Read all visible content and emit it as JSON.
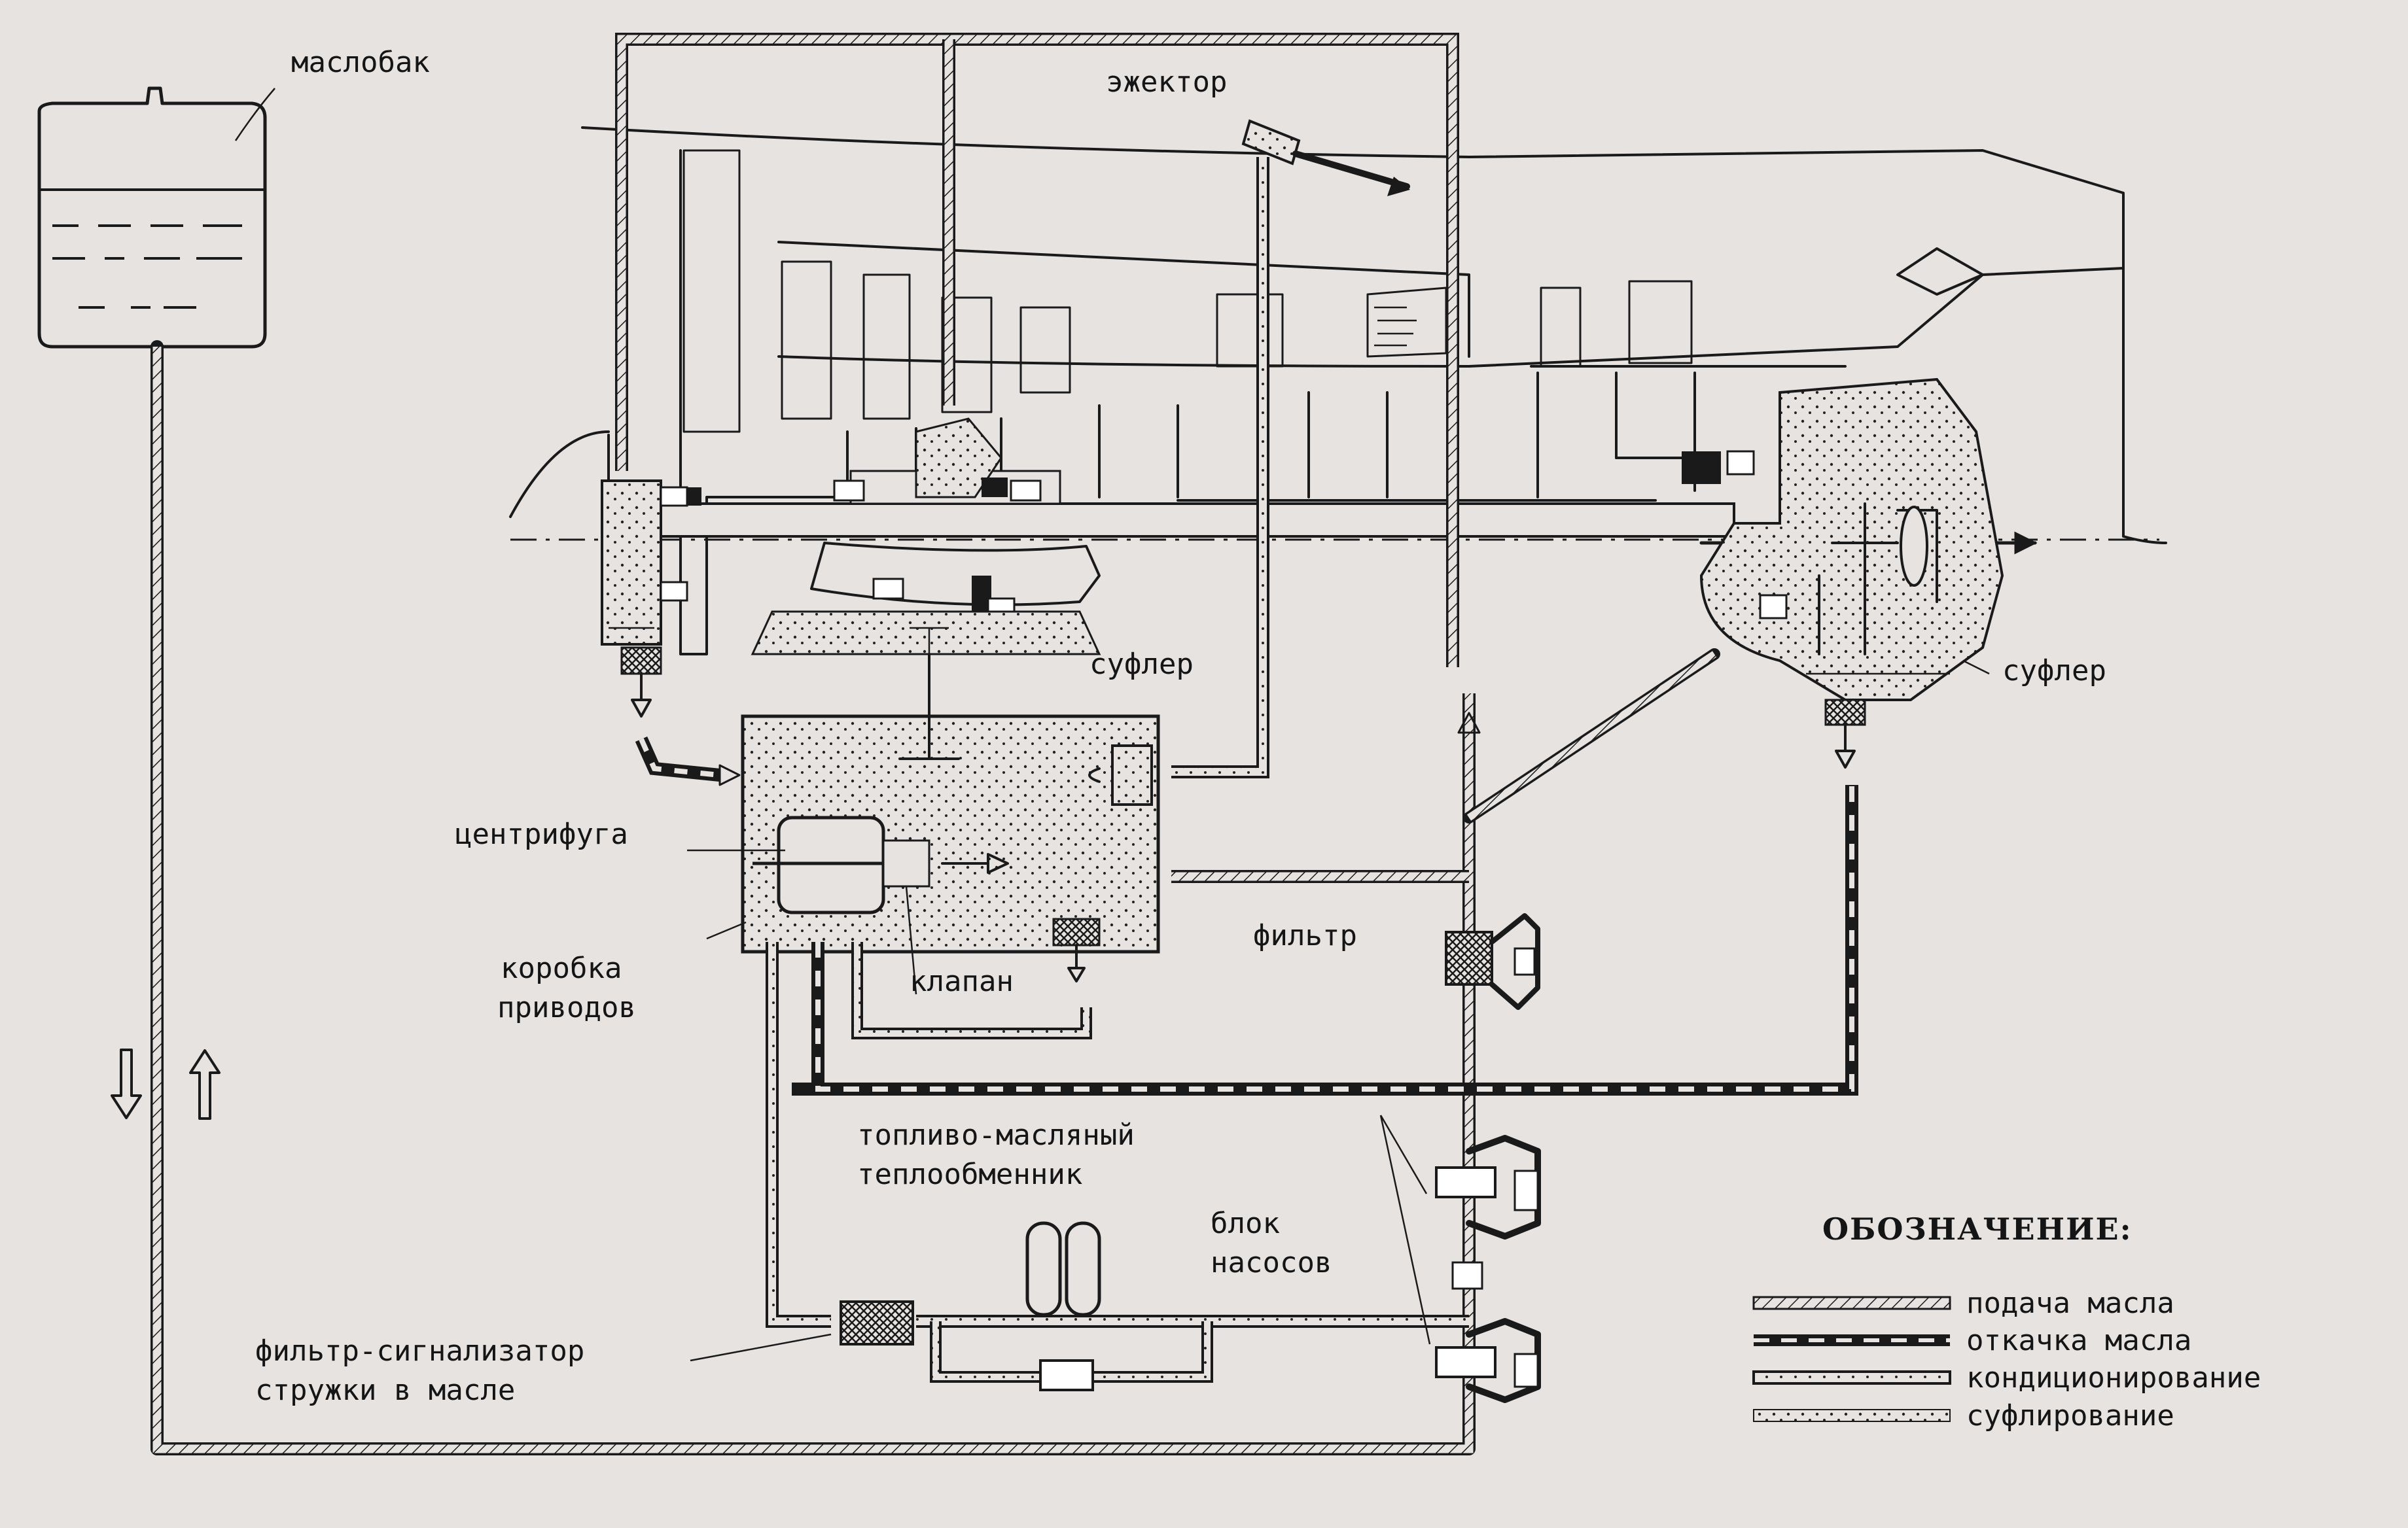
{
  "labels": {
    "oil_tank": "маслобак",
    "ejector": "эжектор",
    "breather_top": "суфлер",
    "breather_right": "суфлер",
    "centrifuge": "центрифуга",
    "gearbox_line1": "коробка",
    "gearbox_line2": "приводов",
    "valve": "клапан",
    "filter": "фильтр",
    "heat_exchanger_line1": "топливо-масляный",
    "heat_exchanger_line2": "теплообменник",
    "pump_block_line1": "блок",
    "pump_block_line2": "насосов",
    "chip_filter_line1": "фильтр-сигнализатор",
    "chip_filter_line2": "стружки в масле"
  },
  "legend": {
    "title": "ОБОЗНАЧЕНИЕ:",
    "items": [
      {
        "label": "подача масла",
        "style": "supply"
      },
      {
        "label": "откачка масла",
        "style": "scavenge"
      },
      {
        "label": "кондиционирование",
        "style": "conditioning"
      },
      {
        "label": "суфлирование",
        "style": "breathing"
      }
    ]
  },
  "colors": {
    "paper": "#e6e3e1",
    "ink": "#1a1a1a",
    "fill_dots": "#b8b5b2"
  }
}
